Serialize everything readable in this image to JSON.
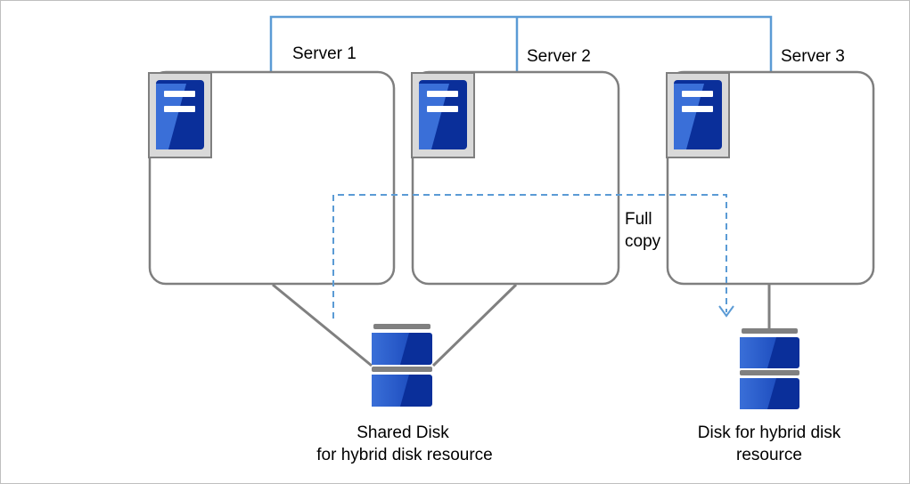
{
  "servers": [
    {
      "label": "Server 1"
    },
    {
      "label": "Server 2"
    },
    {
      "label": "Server 3"
    }
  ],
  "copy_label": [
    "Full",
    "copy"
  ],
  "shared_disk_label": [
    "Shared Disk",
    "for hybrid disk resource"
  ],
  "hybrid_disk_label": [
    "Disk for hybrid disk",
    "resource"
  ],
  "colors": {
    "network_line": "#5b9bd5",
    "copy_arrow": "#5b9bd5",
    "box_stroke": "#7f7f7f",
    "connector": "#808080",
    "icon_light": "#3a6fd8",
    "icon_dark": "#0a2f9a",
    "icon_bg": "#d9d9d9",
    "disk_cap": "#808080"
  }
}
